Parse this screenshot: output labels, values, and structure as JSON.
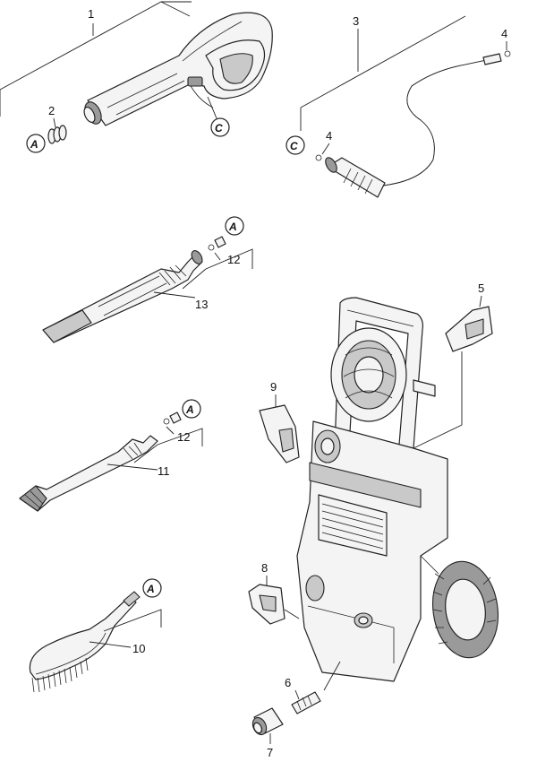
{
  "labels": {
    "p1": "1",
    "p2": "2",
    "p3": "3",
    "p4a": "4",
    "p4b": "4",
    "p5": "5",
    "p6": "6",
    "p7": "7",
    "p8": "8",
    "p9": "9",
    "p10": "10",
    "p11": "11",
    "p12a": "12",
    "p12b": "12",
    "p13": "13"
  },
  "connectors": {
    "a1": "A",
    "a2": "A",
    "a3": "A",
    "a4": "A",
    "c1": "C",
    "c2": "C"
  }
}
